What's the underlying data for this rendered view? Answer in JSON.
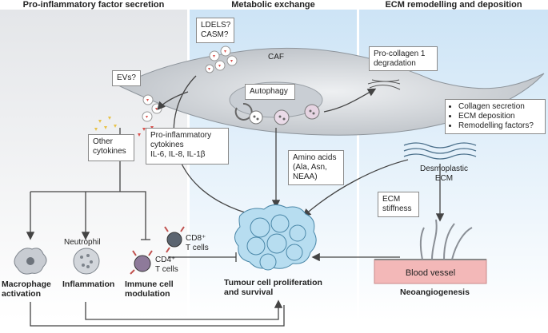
{
  "headers": {
    "left": "Pro-inflammatory factor secretion",
    "middle": "Metabolic exchange",
    "right": "ECM remodelling and deposition"
  },
  "labels": {
    "caf": "CAF",
    "ldels_line1": "LDELS?",
    "ldels_line2": "CASM?",
    "evs": "EVs?",
    "autophagy": "Autophagy",
    "procollagen_line1": "Pro-collagen 1",
    "procollagen_line2": "degradation",
    "other_line1": "Other",
    "other_line2": "cytokines",
    "proinf_line1": "Pro-inflammatory",
    "proinf_line2": "cytokines",
    "proinf_line3": "IL-6, IL-8, IL-1β",
    "amino_line1": "Amino acids",
    "amino_line2": "(Ala, Asn,",
    "amino_line3": "NEAA)",
    "ecm_bullets": [
      "Collagen secretion",
      "ECM deposition",
      "Remodelling factors?"
    ],
    "desmo_line1": "Desmoplastic",
    "desmo_line2": "ECM",
    "stiff_line1": "ECM",
    "stiff_line2": "stiffness",
    "neutrophil": "Neutrophil",
    "cd8_line1": "CD8⁺",
    "cd8_line2": "T cells",
    "cd4_line1": "CD4⁺",
    "cd4_line2": "T cells",
    "blood_vessel": "Blood vessel",
    "macro_line1": "Macrophage",
    "macro_line2": "activation",
    "inflammation": "Inflammation",
    "immune_line1": "Immune cell",
    "immune_line2": "modulation",
    "tumour_line1": "Tumour cell proliferation",
    "tumour_line2": "and survival",
    "neoangio": "Neoangiogenesis"
  },
  "colors": {
    "panel_left": "#e9eaec",
    "panel_blue": "#d6e9f8",
    "tumour_fill": "#b7ddf0",
    "vessel": "#f3b8b8",
    "arrow": "#444444"
  }
}
